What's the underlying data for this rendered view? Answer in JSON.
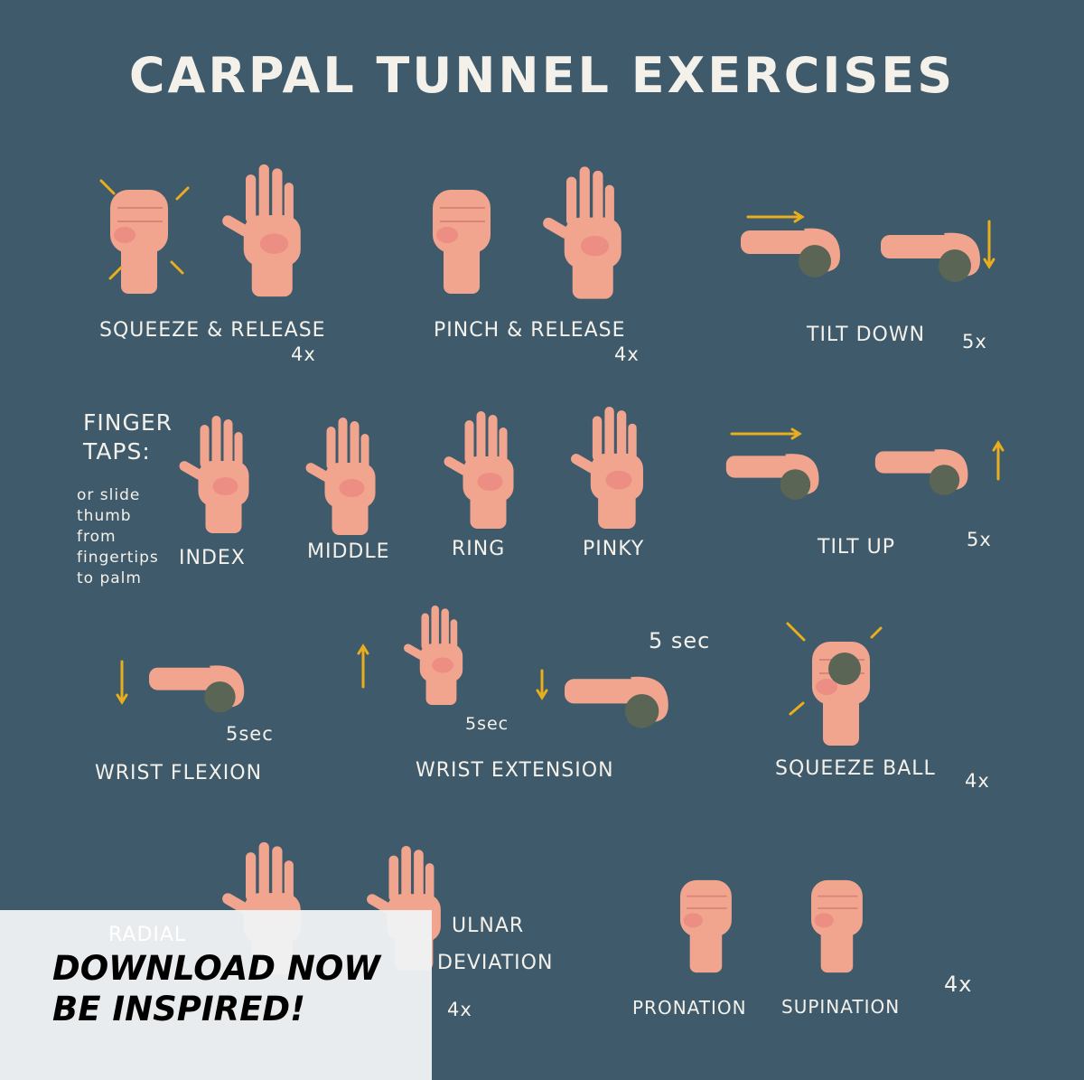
{
  "title": "CARPAL TUNNEL EXERCISES",
  "exercises": {
    "squeeze_release": {
      "label": "SQUEEZE & RELEASE",
      "count": "4x"
    },
    "pinch_release": {
      "label": "PINCH & RELEASE",
      "count": "4x"
    },
    "tilt_down": {
      "label": "TILT DOWN",
      "count": "5x"
    },
    "finger_taps": {
      "label": "FINGER TAPS:",
      "note": "or slide thumb from fingertips to palm",
      "fingers": [
        "INDEX",
        "MIDDLE",
        "RING",
        "PINKY"
      ]
    },
    "tilt_up": {
      "label": "TILT UP",
      "count": "5x"
    },
    "wrist_flexion": {
      "label": "WRIST FLEXION",
      "duration": "5sec"
    },
    "wrist_extension": {
      "label": "WRIST EXTENSION",
      "duration_a": "5sec",
      "duration_b": "5 sec"
    },
    "squeeze_ball": {
      "label": "SQUEEZE BALL",
      "count": "4x"
    },
    "radial_deviation": {
      "label": "RADIAL"
    },
    "ulnar_deviation": {
      "label_a": "ULNAR",
      "label_b": "DEVIATION",
      "count": "4x"
    },
    "pronation": {
      "label": "PRONATION"
    },
    "supination": {
      "label": "SUPINATION",
      "count": "4x"
    }
  },
  "banner": {
    "line1": "DOWNLOAD NOW",
    "line2": "BE INSPIRED!"
  },
  "colors": {
    "background": "#3f5a6b",
    "skin": "#f2a58e",
    "arrow": "#e8ae1e",
    "banner": "#eef0f2"
  }
}
